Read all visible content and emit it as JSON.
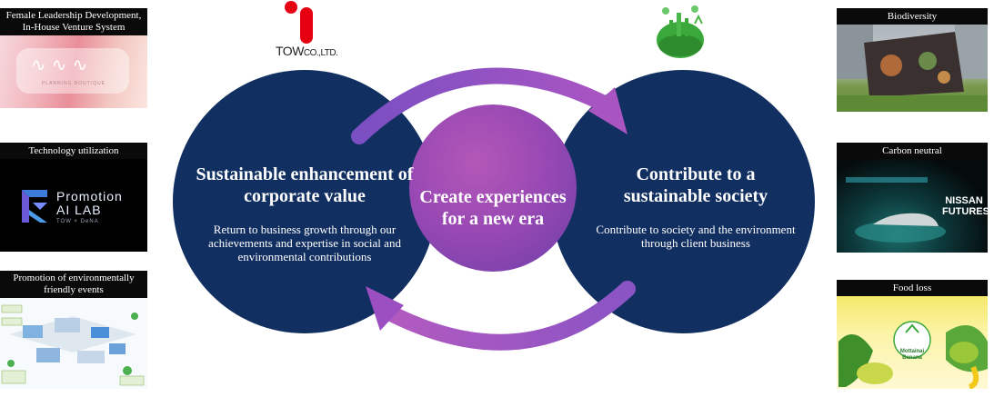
{
  "company": {
    "logo_text": "TOW",
    "suffix": "CO.,LTD."
  },
  "left_panels": [
    {
      "title": "Female Leadership Development, In-House Venture System",
      "image_text": "PLANNING BOUTIQUE"
    },
    {
      "title": "Technology utilization",
      "image_text_line1": "Promotion",
      "image_text_line2": "AI LAB",
      "image_text_line3": "TOW × DeNA"
    },
    {
      "title": "Promotion of environmentally friendly events"
    }
  ],
  "right_panels": [
    {
      "title": "Biodiversity"
    },
    {
      "title": "Carbon neutral",
      "image_text": "NISSAN FUTURES"
    },
    {
      "title": "Food loss",
      "image_text": "Mottainai Banana"
    }
  ],
  "left_circle": {
    "heading": "Sustainable enhancement of corporate value",
    "body": "Return to business growth through our achievements and expertise in social and environmental contributions"
  },
  "center_circle": {
    "heading": "Create experiences for a new era"
  },
  "right_circle": {
    "heading": "Contribute to a sustainable society",
    "body": "Contribute to society and the environment through client business"
  },
  "colors": {
    "navy": "#112f60",
    "center": "#9a49b4",
    "arrow": "#9b4fc0",
    "logo_red": "#e60012",
    "eco_green": "#3aa83a"
  }
}
